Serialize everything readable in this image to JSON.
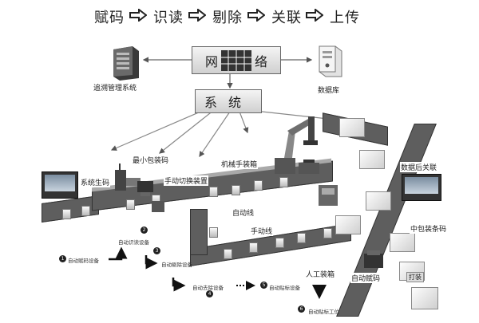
{
  "flow": {
    "steps": [
      "赋码",
      "识读",
      "剔除",
      "关联",
      "上传"
    ]
  },
  "top": {
    "network_label_left": "网",
    "network_label_right": "络",
    "tracing_system": "追溯管理系统",
    "database": "数据库",
    "system_left": "系",
    "system_right": "统"
  },
  "line_labels": {
    "system_generate": "系统生码",
    "min_package_code": "最小包装码",
    "manual_switch": "手动切换装置",
    "mechanical_boxing": "机械手装箱",
    "auto_line": "自动线",
    "manual_line": "手动线",
    "data_post_link": "数据后关联",
    "mid_package_barcode": "中包装条码",
    "manual_boxing": "人工装箱",
    "auto_coding": "自动赋码",
    "bundle": "打装"
  },
  "devices": {
    "d1_num": "1",
    "d1_label": "自动赋码设备",
    "d2_num": "2",
    "d2_label": "自动识读设备",
    "d3_num": "3",
    "d3_label": "自动剔除设备",
    "d4_num": "4",
    "d4_label": "自动去除设备",
    "d5_num": "5",
    "d5_label": "自动贴标设备",
    "d6_num": "6",
    "d6_label": "自动贴标工位"
  }
}
